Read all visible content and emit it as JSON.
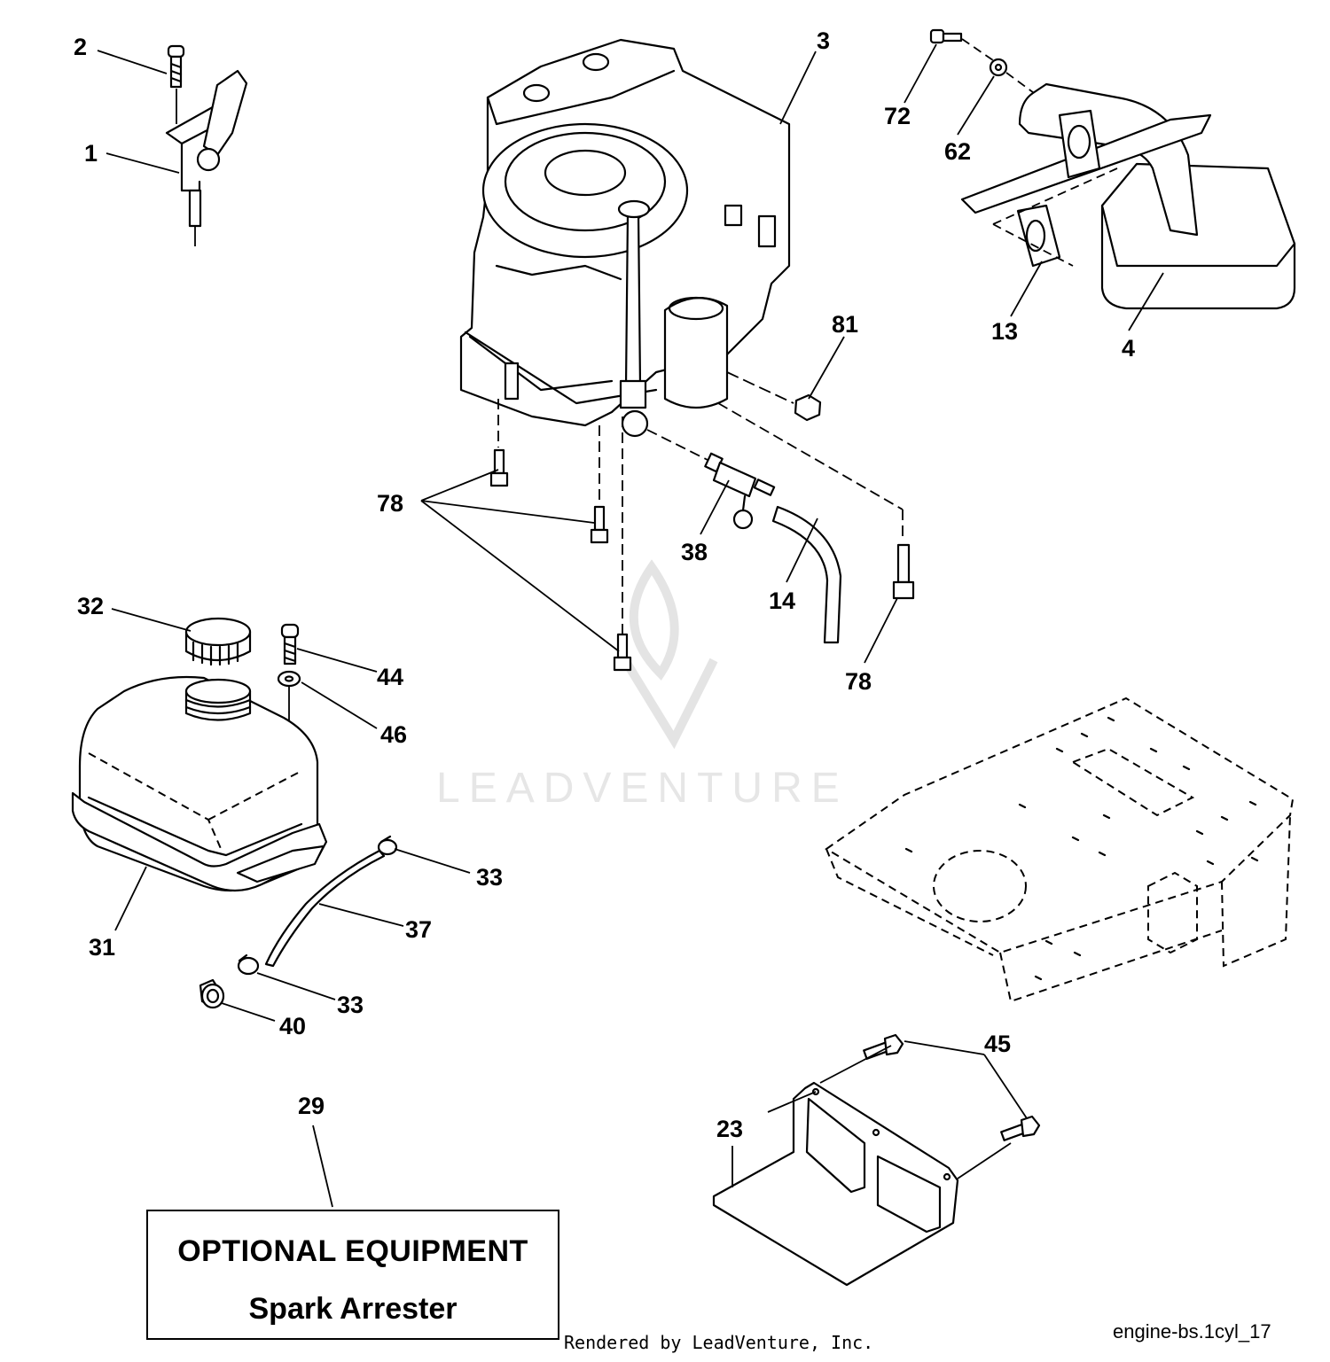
{
  "callouts": {
    "c1": "1",
    "c2": "2",
    "c3": "3",
    "c4": "4",
    "c13": "13",
    "c14": "14",
    "c23": "23",
    "c29": "29",
    "c31": "31",
    "c32": "32",
    "c33a": "33",
    "c33b": "33",
    "c37": "37",
    "c38": "38",
    "c40": "40",
    "c44": "44",
    "c45": "45",
    "c46": "46",
    "c62": "62",
    "c72": "72",
    "c78a": "78",
    "c78b": "78",
    "c81": "81"
  },
  "optional_box": {
    "title": "OPTIONAL EQUIPMENT",
    "subtitle": "Spark Arrester"
  },
  "watermark": {
    "text": "LEADVENTURE"
  },
  "footer": {
    "rendered_by": "Rendered by LeadVenture, Inc.",
    "drawing_id": "engine-bs.1cyl_17"
  },
  "colors": {
    "line": "#000000",
    "watermark": "#e4e4e4",
    "background": "#ffffff"
  }
}
